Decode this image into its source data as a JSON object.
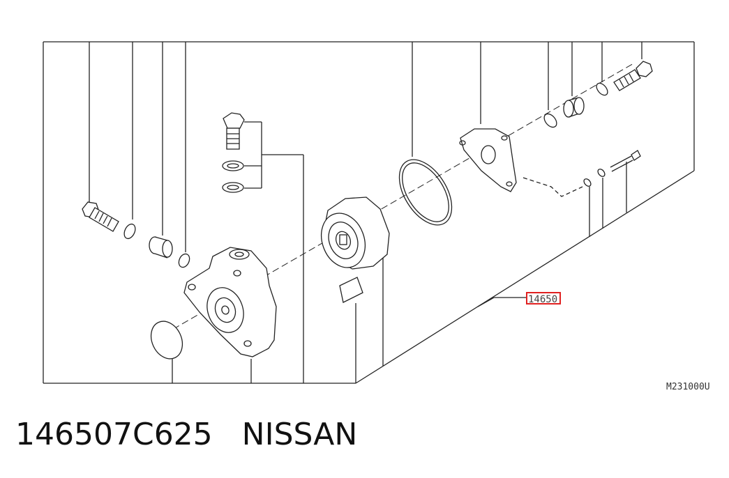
{
  "diagram": {
    "callout_label": "14650",
    "figure_code": "M231000U",
    "highlight_color": "#e02020",
    "line_color": "#222222"
  },
  "footer": {
    "part_number": "146507C625",
    "brand": "NISSAN"
  }
}
